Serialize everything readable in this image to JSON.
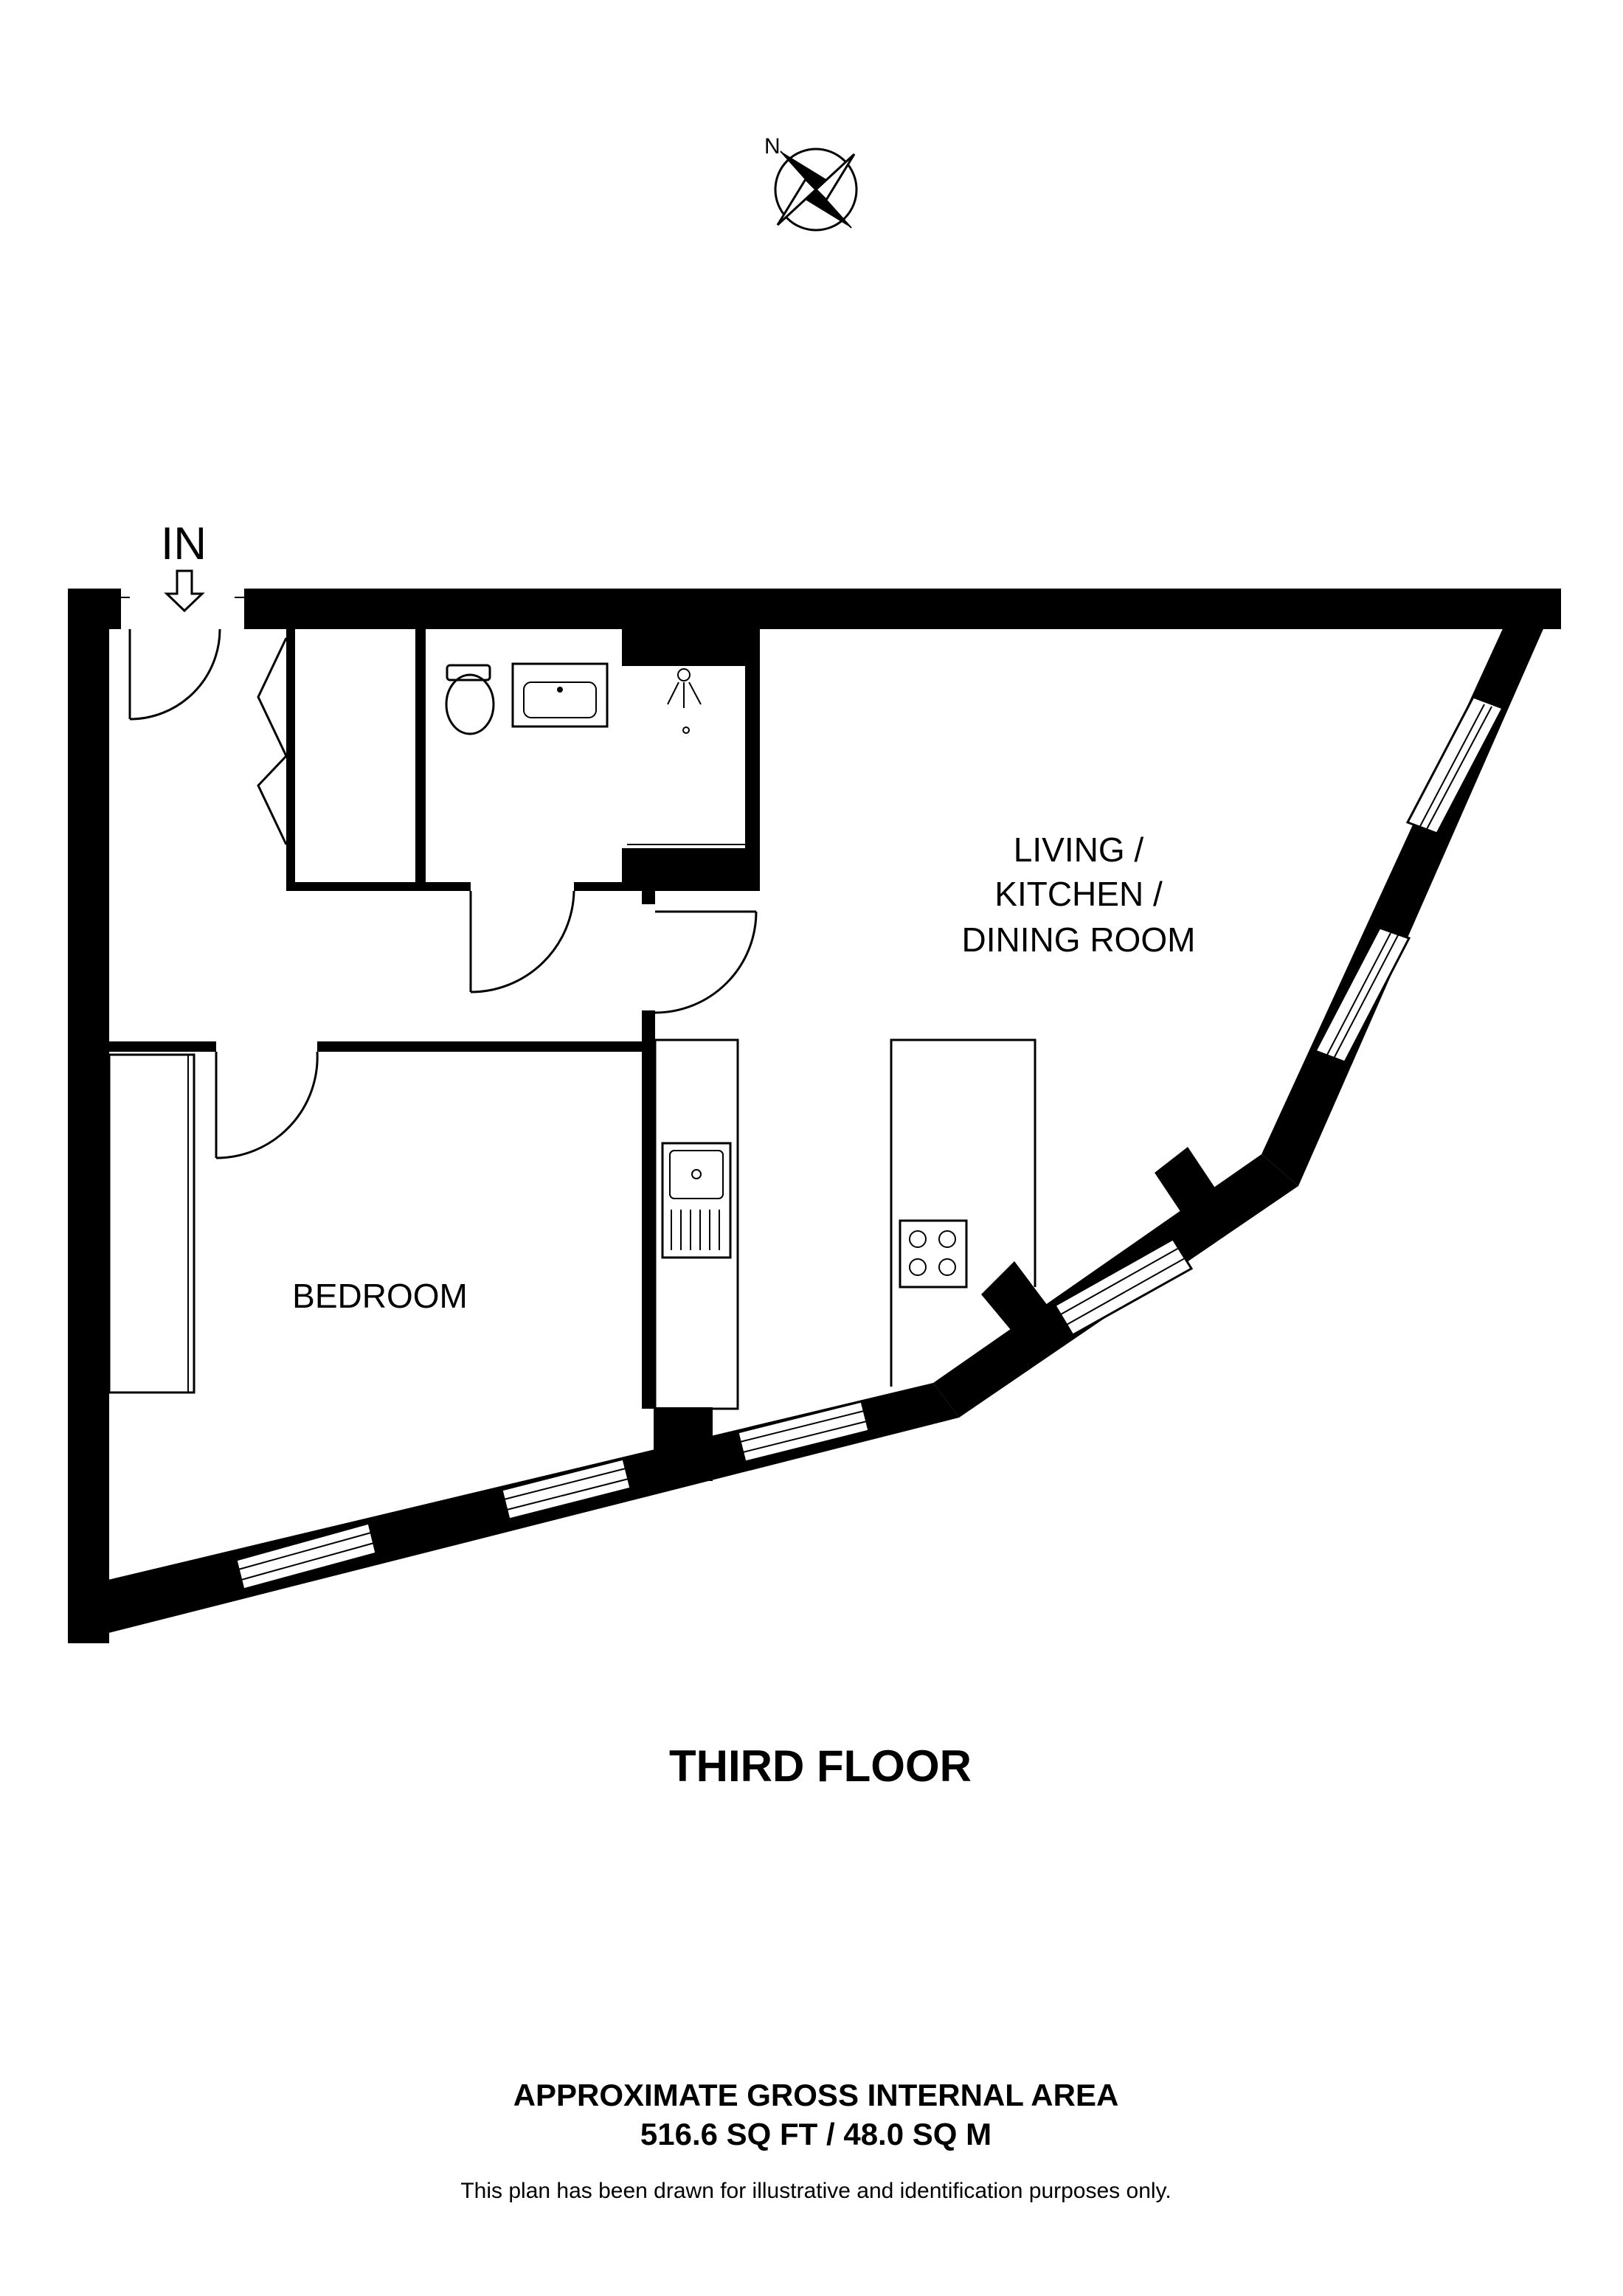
{
  "compass": {
    "north_label": "N",
    "icon": "compass-rose-icon"
  },
  "entry": {
    "label": "IN",
    "icon": "entry-arrow-icon"
  },
  "rooms": {
    "living_line1": "LIVING /",
    "living_line2": "KITCHEN /",
    "living_line3": "DINING ROOM",
    "bedroom": "BEDROOM"
  },
  "floor_title": "THIRD FLOOR",
  "area": {
    "heading": "APPROXIMATE GROSS INTERNAL AREA",
    "value": "516.6 SQ FT / 48.0 SQ M"
  },
  "disclaimer": "This plan has been drawn for illustrative and identification purposes only.",
  "colors": {
    "wall": "#000000",
    "background": "#ffffff"
  }
}
